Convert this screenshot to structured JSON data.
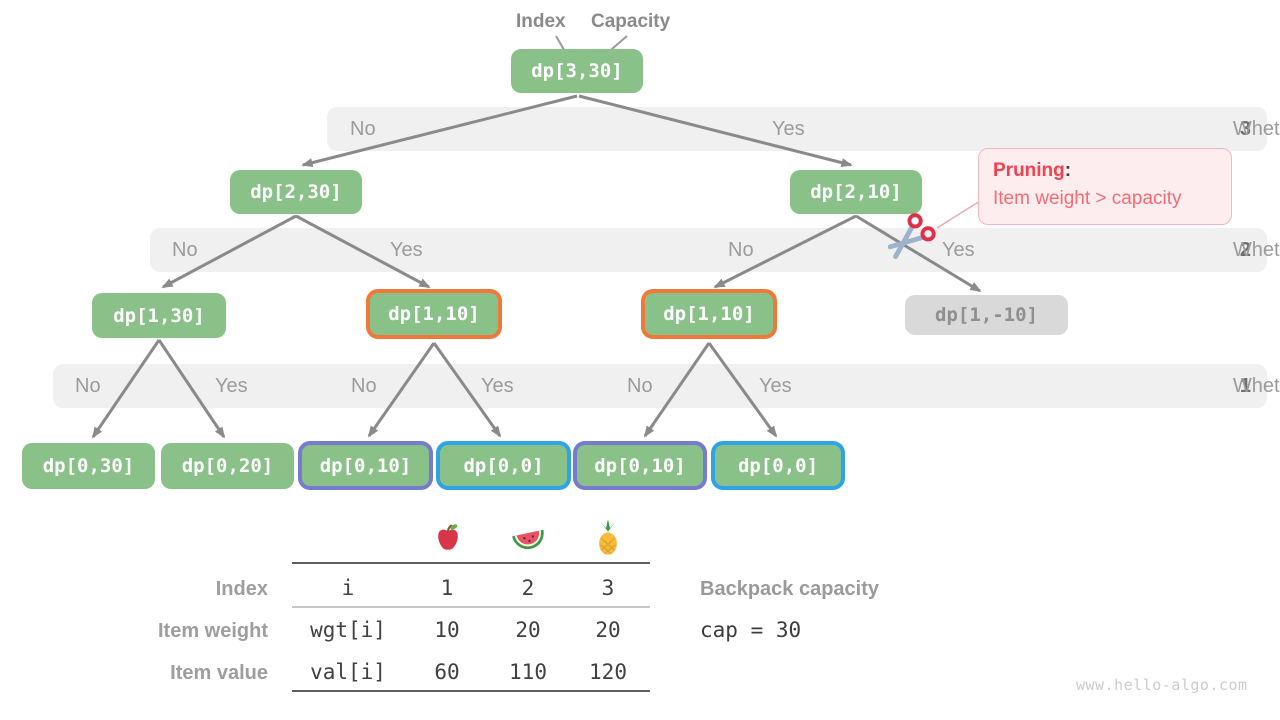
{
  "header": {
    "index_label": "Index",
    "capacity_label": "Capacity"
  },
  "nodes": {
    "root": "dp[3,30]",
    "l2_left": "dp[2,30]",
    "l2_right": "dp[2,10]",
    "l3_1": "dp[1,30]",
    "l3_2": "dp[1,10]",
    "l3_3": "dp[1,10]",
    "l3_4": "dp[1,-10]",
    "l4_1": "dp[0,30]",
    "l4_2": "dp[0,20]",
    "l4_3": "dp[0,10]",
    "l4_4": "dp[0,0]",
    "l4_5": "dp[0,10]",
    "l4_6": "dp[0,0]"
  },
  "bands": [
    {
      "no1": "No",
      "yes1": "Yes",
      "question": "Whether to put in item",
      "item": "3"
    },
    {
      "no1": "No",
      "yes1": "Yes",
      "no2": "No",
      "yes2": "Yes",
      "question": "Whether to put in item",
      "item": "2"
    },
    {
      "no1": "No",
      "yes1": "Yes",
      "no2": "No",
      "yes2": "Yes",
      "no3": "No",
      "yes3": "Yes",
      "question": "Whether to put in item",
      "item": "1"
    }
  ],
  "pruning": {
    "title": "Pruning",
    "colon": ":",
    "body": "Item weight > capacity"
  },
  "table": {
    "fruit_icons": [
      "apple-icon",
      "watermelon-icon",
      "pineapple-icon"
    ],
    "rows": [
      {
        "header": "Index",
        "cells": [
          "i",
          "1",
          "2",
          "3"
        ]
      },
      {
        "header": "Item weight",
        "cells": [
          "wgt[i]",
          "10",
          "20",
          "20"
        ]
      },
      {
        "header": "Item value",
        "cells": [
          "val[i]",
          "60",
          "110",
          "120"
        ]
      }
    ]
  },
  "backpack": {
    "label": "Backpack capacity",
    "value": "cap = 30"
  },
  "watermark": "www.hello-algo.com",
  "colors": {
    "node_green": "#89c189",
    "node_gray_bg": "#d9d9d9",
    "node_gray_text": "#8f8f8f",
    "highlight_orange": "#f0793a",
    "highlight_purple": "#767bd0",
    "highlight_blue": "#2ea3e8",
    "arrow_gray": "#8a8a8a",
    "band_bg": "#f0f0f0",
    "band_text": "#9b9b9b",
    "pruning_red": "#f4404f",
    "pruning_pink_bg": "#fdedef"
  }
}
